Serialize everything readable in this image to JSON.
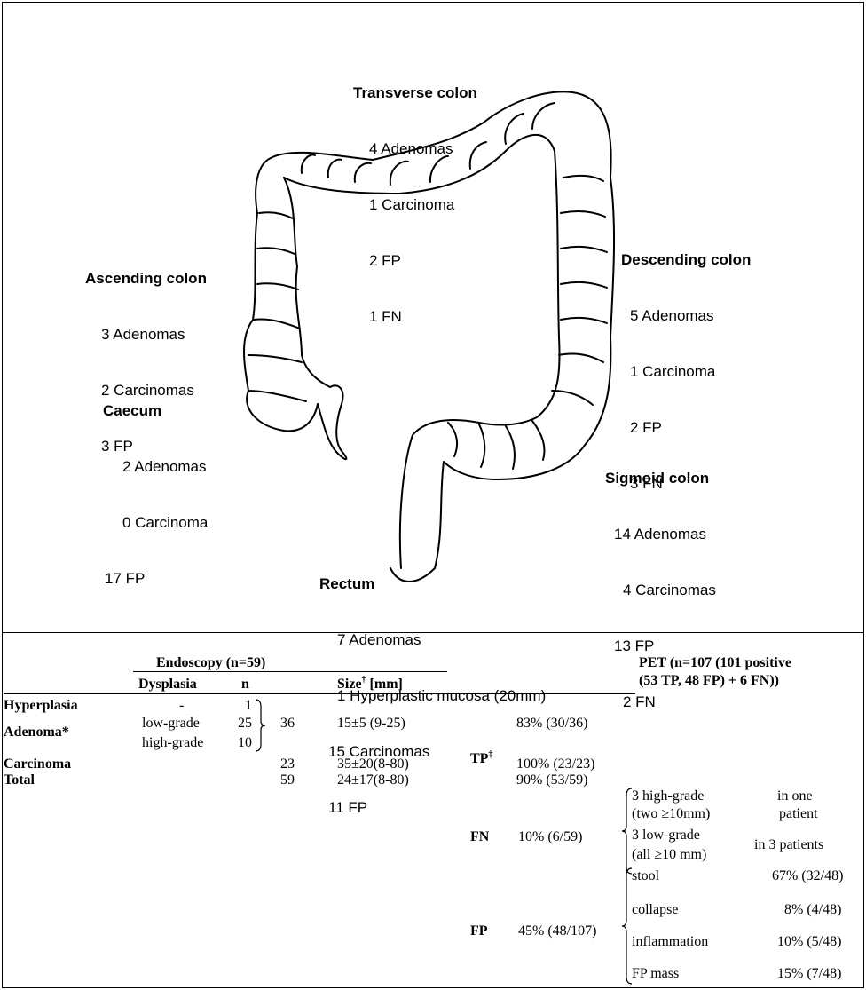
{
  "regions": {
    "transverse": {
      "title": "Transverse colon",
      "lines": [
        "4 Adenomas",
        "1 Carcinoma",
        "2 FP",
        "1 FN"
      ]
    },
    "ascending": {
      "title": "Ascending colon",
      "lines": [
        "3 Adenomas",
        "2 Carcinomas",
        "3 FP"
      ]
    },
    "caecum": {
      "title": "Caecum",
      "lines": [
        "2 Adenomas",
        "0 Carcinoma",
        "17 FP"
      ]
    },
    "descending": {
      "title": "Descending colon",
      "lines": [
        "5 Adenomas",
        "1 Carcinoma",
        "2 FP",
        "3 FN"
      ]
    },
    "sigmoid": {
      "title": "Sigmoid colon",
      "lines": [
        "14 Adenomas",
        "4 Carcinomas",
        "13 FP",
        "2 FN"
      ]
    },
    "rectum": {
      "title": "Rectum",
      "lines": [
        "7 Adenomas",
        "1 Hyperplastic mucosa (20mm)",
        "15 Carcinomas",
        "11 FP"
      ]
    }
  },
  "table": {
    "endoscopy_header": "Endoscopy (n=59)",
    "pet_header_1": "PET (n=107 (101 positive",
    "pet_header_2": "(53 TP, 48 FP) + 6 FN))",
    "col_dysplasia": "Dysplasia",
    "col_n": "n",
    "col_size": "Size",
    "col_size_sup": "†",
    "col_size_unit": " [mm]",
    "rows": {
      "hyperplasia": {
        "label": "Hyperplasia",
        "dysplasia": "-",
        "n": "1"
      },
      "adenoma": {
        "label": "Adenoma*",
        "low": "low-grade",
        "low_n": "25",
        "high": "high-grade",
        "high_n": "10",
        "group_n": "36",
        "size": "15±5 (9-25)",
        "pct": "83% (30/36)"
      },
      "carcinoma": {
        "label": "Carcinoma",
        "n": "23",
        "size": "35±20(8-80)",
        "pct": "100% (23/23)"
      },
      "total": {
        "label": "Total",
        "n": "59",
        "size": "24±17(8-80)",
        "pct": "90% (53/59)"
      }
    },
    "tp_label": "TP",
    "tp_sup": "‡",
    "fn": {
      "label": "FN",
      "pct": "10% (6/59)",
      "item1_a": "3 high-grade",
      "item1_b": "(two ≥10mm)",
      "item1_c": "in one",
      "item1_d": "patient",
      "item2_a": "3 low-grade",
      "item2_b": "(all ≥10 mm)",
      "item2_c": "in 3 patients"
    },
    "fp": {
      "label": "FP",
      "pct": "45% (48/107)",
      "items": [
        {
          "name": "stool",
          "value": "67% (32/48)"
        },
        {
          "name": "collapse",
          "value": "8% (4/48)"
        },
        {
          "name": "inflammation",
          "value": "10% (5/48)"
        },
        {
          "name": "FP mass",
          "value": "15% (7/48)"
        }
      ]
    }
  }
}
